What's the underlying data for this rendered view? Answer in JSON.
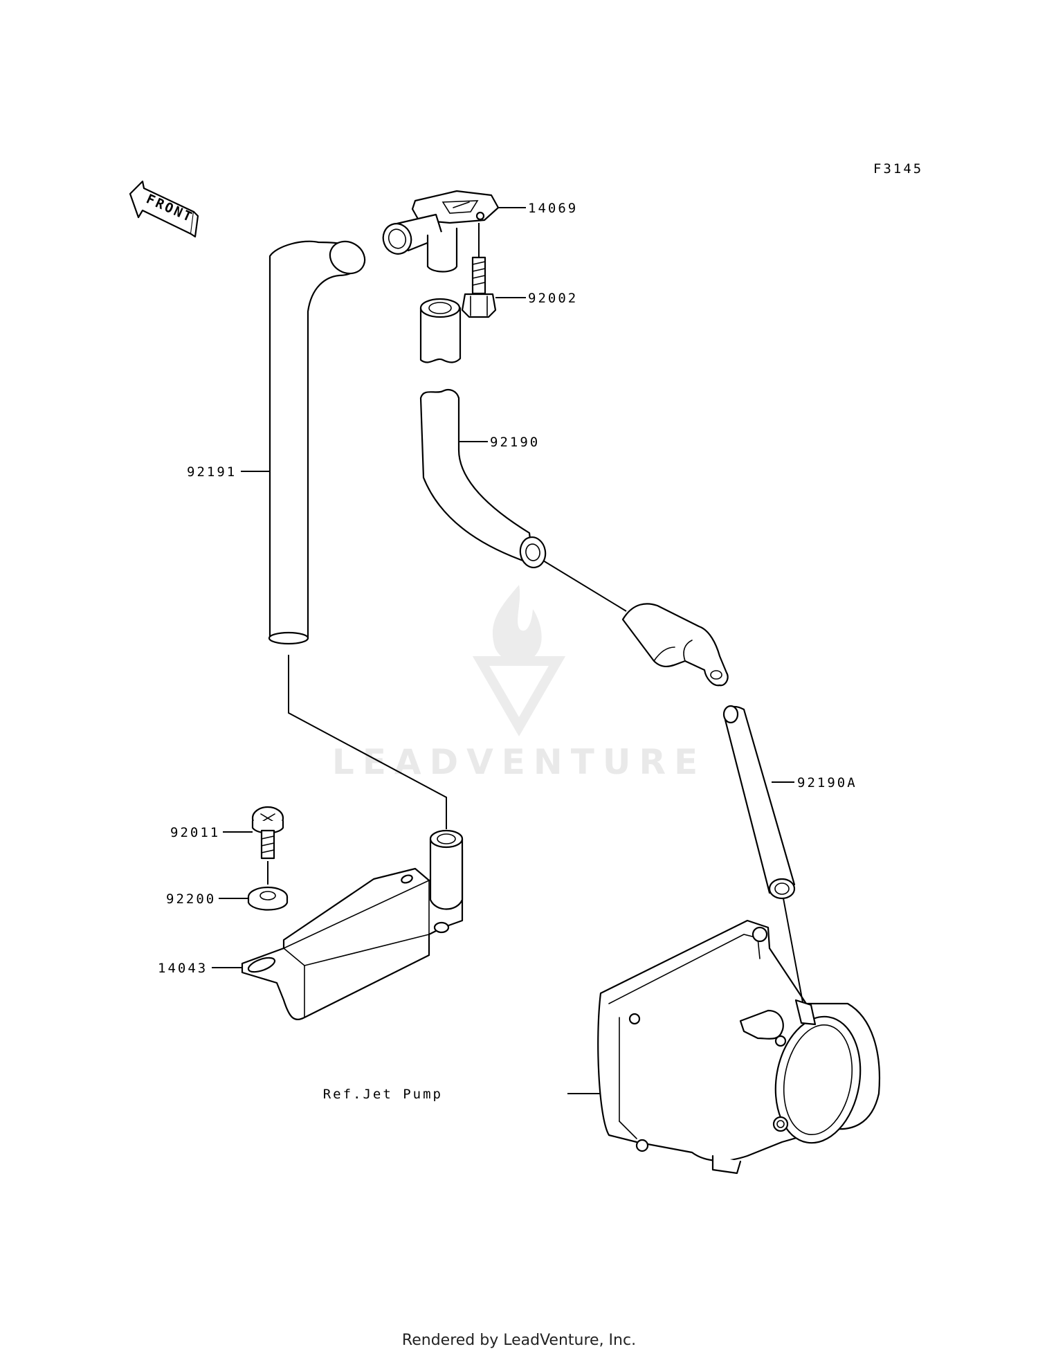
{
  "figure_code": "F3145",
  "front_label": "FRONT",
  "watermark": "LEADVENTURE",
  "footer": "Rendered by LeadVenture, Inc.",
  "parts": {
    "p14069": "14069",
    "p92002": "92002",
    "p92190": "92190",
    "p92191": "92191",
    "p92190A": "92190A",
    "p92011": "92011",
    "p92200": "92200",
    "p14043": "14043",
    "ref_jet_pump": "Ref.Jet Pump"
  }
}
